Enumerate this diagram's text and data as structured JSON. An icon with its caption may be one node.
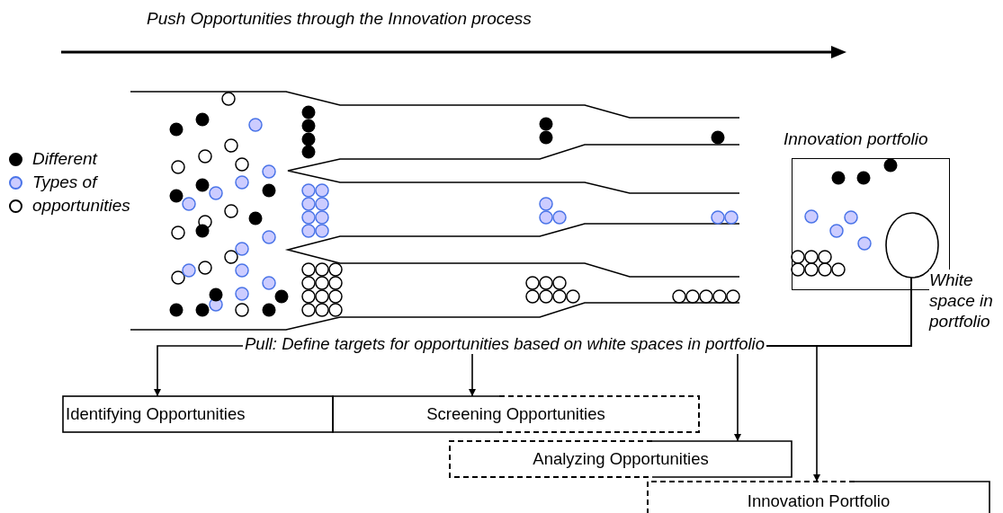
{
  "diagram": {
    "title": "Push Opportunities through the Innovation process",
    "nodes": [
      {
        "text": [
          "Innovation portfolio"
        ]
      },
      {
        "text": [],
        "shape": "circle",
        "in": 0,
        "beside": [
          "White space in portfolio"
        ]
      },
      {
        "text": [
          "Identifying Opportunities"
        ]
      },
      {
        "text": [
          "Screening Opportunities"
        ]
      },
      {
        "text": [
          "Analyzing Opportunities"
        ]
      },
      {
        "text": [
          "Innovation Portfolio"
        ]
      }
    ],
    "edges": [
      {
        "from": 1,
        "to": 2,
        "arrow": "to",
        "label": "Pull: Define targets for opportunities based on white spaces in portfolio"
      },
      {
        "from": 1,
        "to": 3,
        "arrow": "to"
      },
      {
        "from": 1,
        "to": 4,
        "arrow": "to"
      },
      {
        "from": 1,
        "to": 5,
        "arrow": "to"
      }
    ],
    "legend": [
      {
        "text": "Different",
        "color": "#000000"
      },
      {
        "text": "Types of",
        "color": "#ccccff"
      },
      {
        "text": "opportunities",
        "color": "#ffffff"
      }
    ]
  }
}
